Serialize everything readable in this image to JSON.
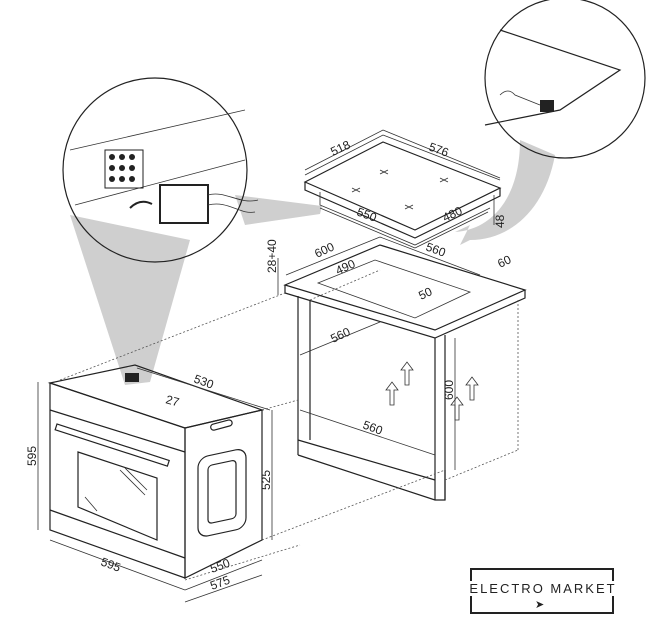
{
  "hob": {
    "width": "576",
    "depth": "518",
    "cutout_width": "550",
    "cutout_depth": "480",
    "height": "48"
  },
  "worktop": {
    "gap": "28+40",
    "width": "600",
    "cutout_depth": "490",
    "cutout_width": "560",
    "rear_clearance": "60",
    "front_clearance": "50"
  },
  "cabinet": {
    "inner_depth": "560",
    "height": "600",
    "inner_width": "560"
  },
  "oven": {
    "depth": "530",
    "top_offset": "27",
    "height": "595",
    "niche_height": "525",
    "width": "595",
    "body_depth": "550",
    "total_depth": "575"
  },
  "logo": {
    "text": "ELECTRO MARKET"
  }
}
